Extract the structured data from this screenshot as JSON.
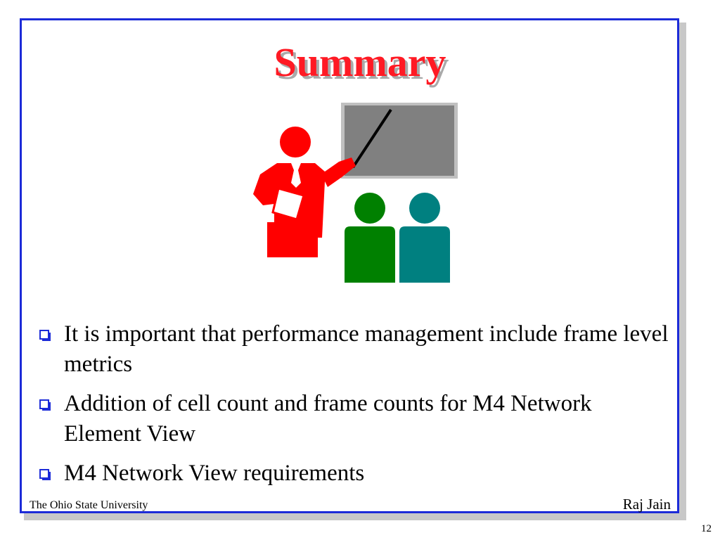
{
  "slide": {
    "title": "Summary",
    "bullets": [
      {
        "text": "It is important that performance management include frame level metrics"
      },
      {
        "text": "Addition of cell count and frame counts for M4 Network Element View"
      },
      {
        "text": "M4 Network View requirements"
      }
    ],
    "footer_left": "The Ohio State University",
    "footer_right": "Raj Jain",
    "page_number": "12"
  },
  "illustration": {
    "icon": "presenter-clipart",
    "colors": {
      "presenter": "#ff0000",
      "board": "#808080",
      "board_frame": "#c0c0c0",
      "audience_left": "#008000",
      "audience_right": "#008080"
    }
  },
  "theme": {
    "frame_border": "#1c2bd8",
    "title_color": "#ff1a24",
    "bullet_color": "#1c2bd8"
  }
}
